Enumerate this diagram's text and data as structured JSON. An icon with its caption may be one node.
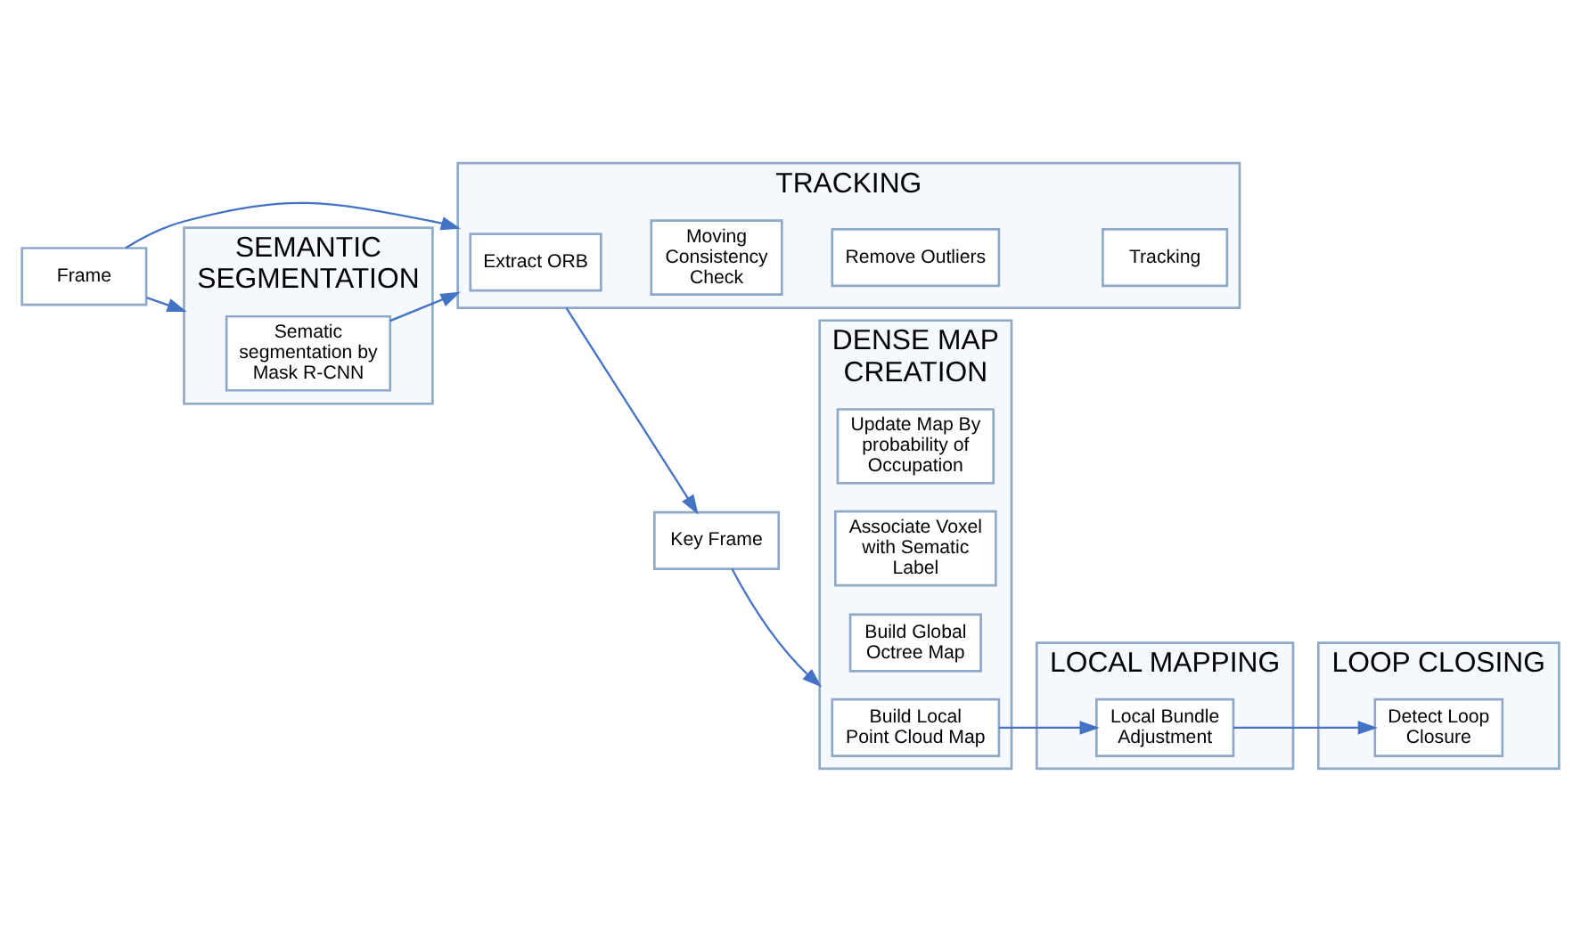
{
  "diagram": {
    "nodes": [
      {
        "text": [
          "Frame"
        ]
      },
      {
        "text": [
          "TRACKING"
        ]
      },
      {
        "text": [
          "Extract ORB"
        ],
        "in": 1
      },
      {
        "text": [
          "Moving Consistency Check"
        ],
        "in": 1
      },
      {
        "text": [
          "Remove Outliers"
        ],
        "in": 1
      },
      {
        "text": [
          "Tracking"
        ],
        "in": 1
      },
      {
        "text": [
          "Key Frame"
        ]
      },
      {
        "text": [
          "DENSE MAP CREATION"
        ]
      },
      {
        "text": [
          "Build Local Point Cloud Map"
        ],
        "in": 7
      },
      {
        "text": [
          "Build Global Octree Map"
        ],
        "in": 7
      },
      {
        "text": [
          "Associate Voxel with Sematic Label"
        ],
        "in": 7
      },
      {
        "text": [
          "Update Map By probability of Occupation"
        ],
        "in": 7
      },
      {
        "text": [
          "SEMANTIC SEGMENTATION"
        ]
      },
      {
        "text": [
          "Sematic segmentation by Mask R-CNN"
        ],
        "in": 12
      },
      {
        "text": [
          "LOCAL MAPPING"
        ]
      },
      {
        "text": [
          "Local Bundle Adjustment"
        ],
        "in": 14
      },
      {
        "text": [
          "LOOP CLOSING"
        ]
      },
      {
        "text": [
          "Detect Loop Closure"
        ],
        "in": 16
      }
    ],
    "edges": [
      {
        "from": 0,
        "to": 1,
        "arrow": "to"
      },
      {
        "from": 0,
        "to": 12,
        "arrow": "to"
      },
      {
        "from": 13,
        "to": 1,
        "arrow": "to"
      },
      {
        "from": 1,
        "to": 6,
        "arrow": "to"
      },
      {
        "from": 6,
        "to": 7,
        "arrow": "to"
      },
      {
        "from": 8,
        "to": 15,
        "arrow": "to"
      },
      {
        "from": 15,
        "to": 17,
        "arrow": "to"
      }
    ]
  }
}
